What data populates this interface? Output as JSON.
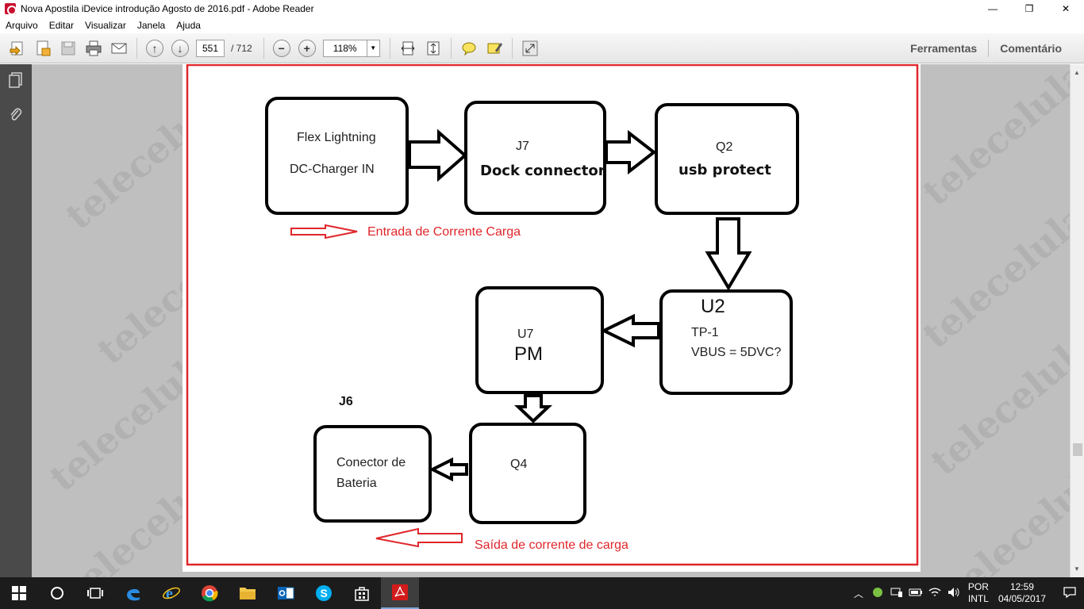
{
  "window": {
    "title": "Nova Apostila iDevice introdução  Agosto de  2016.pdf - Adobe Reader",
    "minimize": "—",
    "restore": "❐",
    "close": "✕"
  },
  "menu": [
    "Arquivo",
    "Editar",
    "Visualizar",
    "Janela",
    "Ajuda"
  ],
  "toolbar": {
    "page_current": "551",
    "page_total": "/ 712",
    "zoom": "118%",
    "tools_label": "Ferramentas",
    "comment_label": "Comentário"
  },
  "watermark": "telecelula",
  "diagram": {
    "nodes": [
      {
        "id": "flex",
        "lines": [
          "Flex Lightning",
          "DC-Charger IN"
        ]
      },
      {
        "id": "j7",
        "lines": [
          "J7",
          "Dock connector"
        ]
      },
      {
        "id": "q2",
        "lines": [
          "Q2",
          "usb protect"
        ]
      },
      {
        "id": "u2",
        "lines": [
          "U2",
          "TP-1",
          "VBUS = 5DVC?"
        ]
      },
      {
        "id": "u7",
        "lines": [
          "U7",
          "PM"
        ]
      },
      {
        "id": "q4",
        "lines": [
          "Q4"
        ]
      },
      {
        "id": "bat",
        "lines": [
          "Conector de",
          "Bateria"
        ]
      }
    ],
    "j6_label": "J6",
    "legend_in": "Entrada de Corrente Carga",
    "legend_out": "Saída de corrente de carga",
    "legend_color": "#e0262b"
  },
  "taskbar": {
    "lang_top": "POR",
    "lang_bottom": "INTL",
    "time": "12:59",
    "date": "04/05/2017"
  }
}
